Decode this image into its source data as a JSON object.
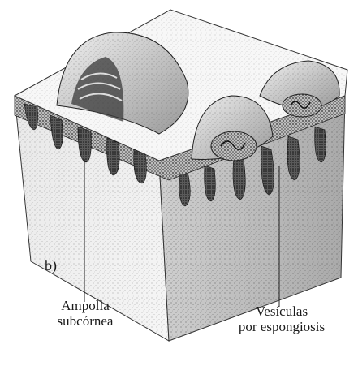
{
  "figure": {
    "panel_letter": "b)",
    "labels": {
      "ampolla": {
        "line1": "Ampolla",
        "line2": "subcórnea"
      },
      "vesiculas": {
        "line1": "Vesículas",
        "line2": "por espongiosis"
      }
    },
    "colors": {
      "ink": "#1a1a1a",
      "background": "#ffffff",
      "stipple": "#555555"
    }
  }
}
